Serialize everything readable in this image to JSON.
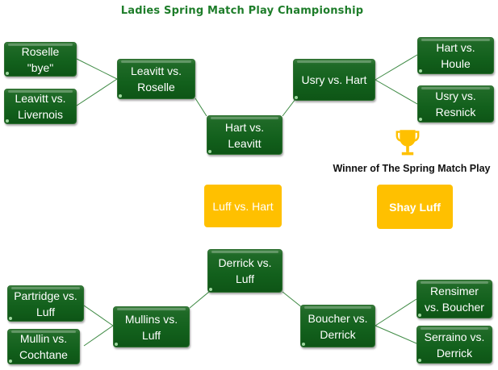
{
  "title": "Ladies Spring Match Play Championship",
  "colors": {
    "match_box": "#12601c",
    "final_box": "#ffc000",
    "title": "#1e7d2a",
    "connector": "#3e8a44",
    "trophy": "#ffc000"
  },
  "top_bracket": {
    "round1_left": [
      "Roselle\n\"bye\"",
      "Leavitt vs.\nLivernois"
    ],
    "round2_left": "Leavitt vs.\nRoselle",
    "round1_right": [
      "Hart vs.\nHoule",
      "Usry vs.\nResnick"
    ],
    "round2_right": "Usry vs. Hart",
    "semifinal": "Hart vs.\nLeavitt"
  },
  "bottom_bracket": {
    "round1_left": [
      "Partridge vs.\nLuff",
      "Mullin vs.\nCochtane"
    ],
    "round2_left": "Mullins vs.\nLuff",
    "round1_right": [
      "Rensimer\nvs. Boucher",
      "Serraino vs.\nDerrick"
    ],
    "round2_right": "Boucher vs.\nDerrick",
    "semifinal": "Derrick vs.\nLuff"
  },
  "final": "Luff vs. Hart",
  "winner": {
    "icon": "trophy-icon",
    "label": "Winner of The Spring Match Play",
    "name": "Shay Luff"
  }
}
